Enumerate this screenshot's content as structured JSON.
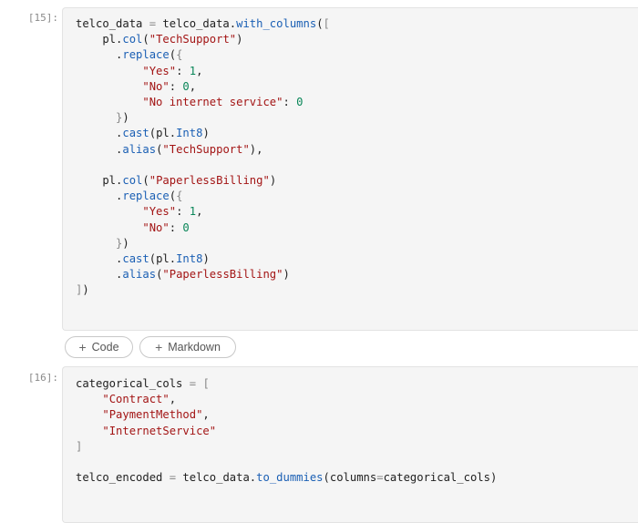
{
  "cells": [
    {
      "count": "[15]:",
      "lines": [
        "telco_data = telco_data.with_columns([",
        "    pl.col(\"TechSupport\")",
        "      .replace({",
        "          \"Yes\": 1,",
        "          \"No\": 0,",
        "          \"No internet service\": 0",
        "      })",
        "      .cast(pl.Int8)",
        "      .alias(\"TechSupport\"),",
        "",
        "    pl.col(\"PaperlessBilling\")",
        "      .replace({",
        "          \"Yes\": 1,",
        "          \"No\": 0",
        "      })",
        "      .cast(pl.Int8)",
        "      .alias(\"PaperlessBilling\")",
        "])"
      ]
    },
    {
      "count": "[16]:",
      "lines": [
        "categorical_cols = [",
        "    \"Contract\",",
        "    \"PaymentMethod\",",
        "    \"InternetService\"",
        "]",
        "",
        "telco_encoded = telco_data.to_dummies(columns=categorical_cols)"
      ]
    }
  ],
  "add_cell": {
    "code_label": "Code",
    "markdown_label": "Markdown",
    "icon": "plus-icon"
  },
  "colors": {
    "string": "#a31515",
    "number": "#098658",
    "function": "#1a5fb4",
    "cell_bg": "#f5f5f5"
  }
}
